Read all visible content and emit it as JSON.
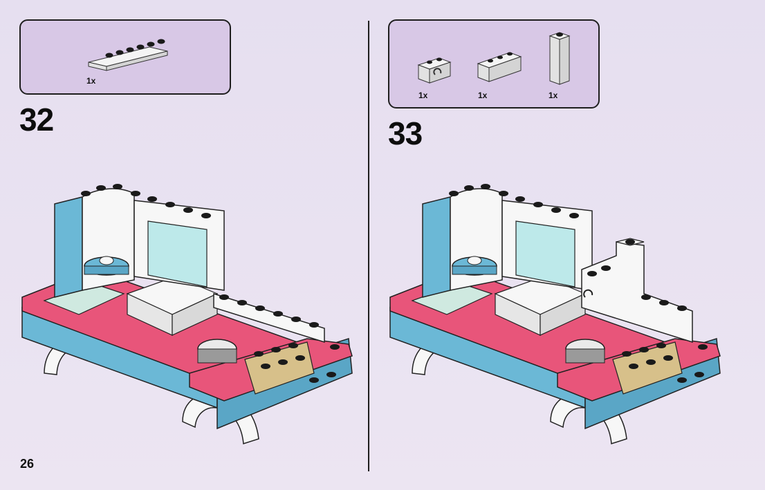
{
  "page": {
    "number": "26"
  },
  "steps": [
    {
      "number": "32",
      "parts": [
        {
          "icon": "white-plate-1x6-icon",
          "qty": "1x"
        }
      ]
    },
    {
      "number": "33",
      "parts": [
        {
          "icon": "white-brick-1x2-clip-icon",
          "qty": "1x"
        },
        {
          "icon": "white-brick-1x3-icon",
          "qty": "1x"
        },
        {
          "icon": "white-brick-1x1x3-icon",
          "qty": "1x"
        }
      ]
    }
  ],
  "colors": {
    "background": "#e9e2f1",
    "parts_box": "#d8c8e6",
    "body_blue": "#6bb8d6",
    "trim_pink": "#e8557a",
    "white": "#f7f7f7",
    "tan": "#d7c08a",
    "mint": "#cfe9e0",
    "window": "#bde9ea"
  }
}
